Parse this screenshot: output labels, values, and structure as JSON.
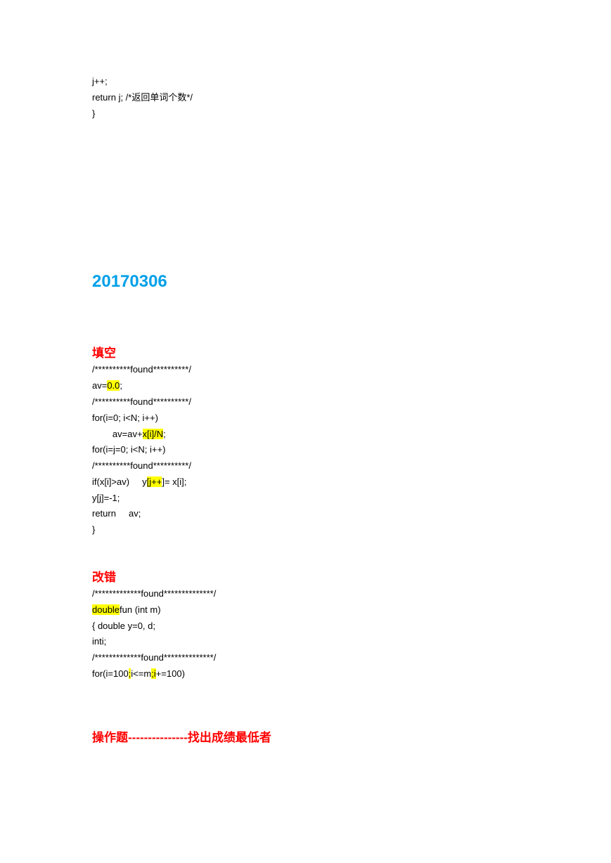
{
  "top_code": [
    "j++;",
    "return j; /*返回单词个数*/",
    "}"
  ],
  "date_heading": "20170306",
  "fill_section": {
    "title": "填空",
    "marker": "/**********found**********/",
    "line_av_pre": "av=",
    "line_av_hl": "0.0",
    "line_av_post": ";",
    "line_for1": "for(i=0; i<N; i++)",
    "line_avsum_pre": "        av=av+",
    "line_avsum_hl": "x[i]/N",
    "line_avsum_post": ";",
    "line_for2": "for(i=j=0; i<N; i++)",
    "line_if_pre": "if(x[i]>av)     y",
    "line_if_hl": "[j++",
    "line_if_post": "]= x[i];",
    "line_yj": "y[j]=-1;",
    "line_return": "return     av;",
    "line_close": "}"
  },
  "fix_section": {
    "title": "改错",
    "marker": "/*************found**************/",
    "line_double_hl": "double",
    "line_double_post": "fun (int m)",
    "line_brace": "{ double y=0, d;",
    "line_int": "inti;",
    "line_for_pre": "for(i=100",
    "line_for_hl1": ";",
    "line_for_mid": "i<=m",
    "line_for_hl2": ";i",
    "line_for_post": "+=100)"
  },
  "op_section": {
    "title": "操作题---------------找出成绩最低者"
  }
}
